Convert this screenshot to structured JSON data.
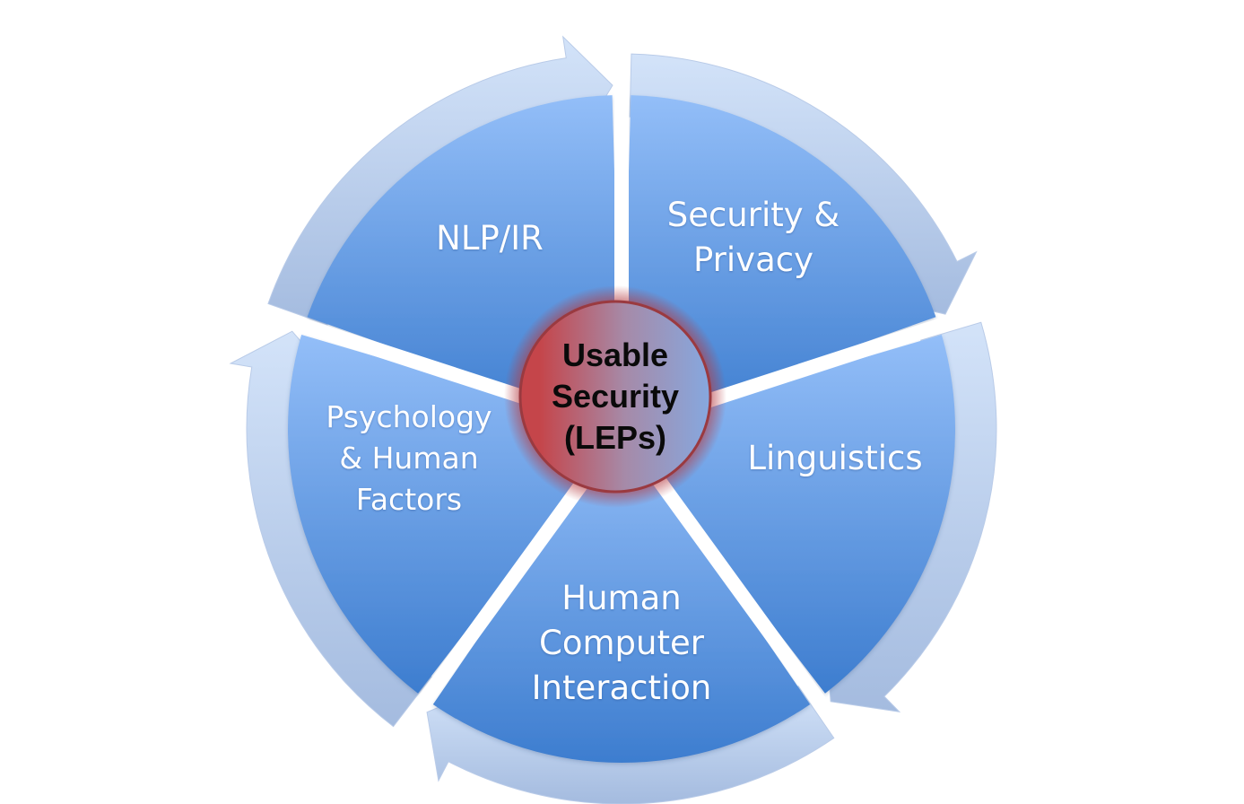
{
  "center": {
    "lines": [
      "Usable",
      "Security",
      "(LEPs)"
    ]
  },
  "segments": [
    {
      "id": "nlp-ir",
      "lines": [
        "NLP/IR"
      ]
    },
    {
      "id": "security-privacy",
      "lines": [
        "Security &",
        "Privacy"
      ]
    },
    {
      "id": "linguistics",
      "lines": [
        "Linguistics"
      ]
    },
    {
      "id": "hci",
      "lines": [
        "Human",
        "Computer",
        "Interaction"
      ]
    },
    {
      "id": "psychology",
      "lines": [
        "Psychology",
        "& Human",
        "Factors"
      ]
    }
  ],
  "colors": {
    "segment_top": "#92bdf7",
    "segment_bottom": "#3f7fd0",
    "arrow_light": "#cfdff7",
    "arrow_dark": "#9fb6db",
    "center_red": "#c0474c",
    "center_blue": "#8aa9dd"
  }
}
